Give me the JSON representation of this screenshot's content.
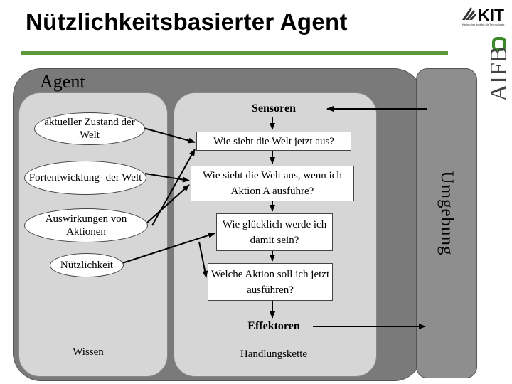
{
  "title": "Nützlichkeitsbasierter Agent",
  "logos": {
    "kit": "KIT",
    "kit_subtitle": "Karlsruher Institut für Technologie",
    "aifb": "AIFB"
  },
  "agent_label": "Agent",
  "environment_label": "Umgebung",
  "knowledge": {
    "state": "aktueller Zustand der Welt",
    "evolution": "Fortentwicklung- der Welt",
    "effects": "Auswirkungen von Aktionen",
    "utility": "Nützlichkeit",
    "footer": "Wissen"
  },
  "chain": {
    "sensors": "Sensoren",
    "world_now": "Wie sieht die Welt jetzt aus?",
    "world_if": "Wie sieht die Welt aus, wenn ich Aktion A ausführe?",
    "happiness": "Wie glücklich werde ich damit sein?",
    "action": "Welche Aktion soll ich jetzt ausführen?",
    "effectors": "Effektoren",
    "footer": "Handlungskette"
  },
  "colors": {
    "title_underline": "#5a9a3a",
    "agent_box": "#7a7a7a",
    "panel": "#d6d6d6",
    "environment": "#8e8e8e"
  }
}
